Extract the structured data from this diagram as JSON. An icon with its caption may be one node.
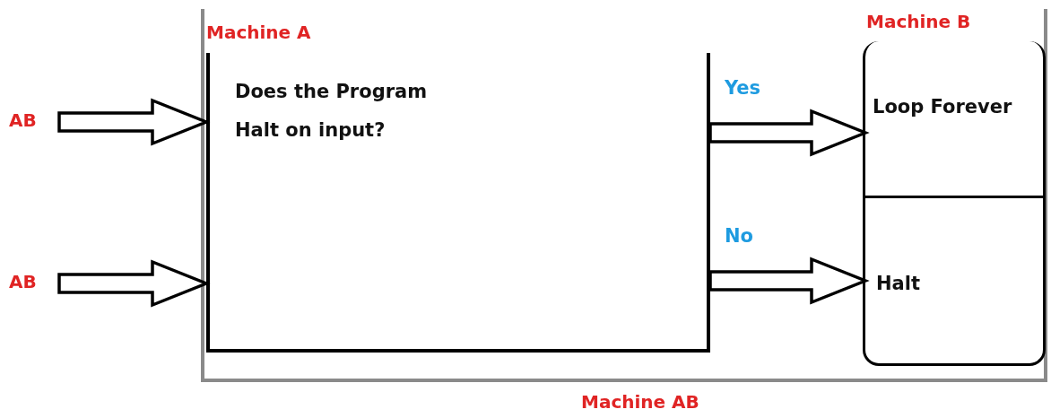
{
  "diagram": {
    "nodes": [
      {
        "text": [
          "Machine AB"
        ]
      },
      {
        "text": [
          "Machine A",
          "Does the Program Halt on input?"
        ],
        "in": 0
      },
      {
        "text": [
          "Machine B"
        ],
        "in": 0
      },
      {
        "text": [
          "Loop Forever"
        ],
        "in": 2
      },
      {
        "text": [
          "Halt"
        ],
        "in": 2
      },
      {
        "text": [
          "AB"
        ]
      },
      {
        "text": [
          "AB"
        ]
      }
    ],
    "edges": [
      {
        "from": 5,
        "to": 1,
        "arrow": "to"
      },
      {
        "from": 6,
        "to": 1,
        "arrow": "to"
      },
      {
        "from": 1,
        "to": 3,
        "arrow": "to",
        "label": "Yes"
      },
      {
        "from": 1,
        "to": 4,
        "arrow": "to",
        "label": "No"
      }
    ]
  }
}
